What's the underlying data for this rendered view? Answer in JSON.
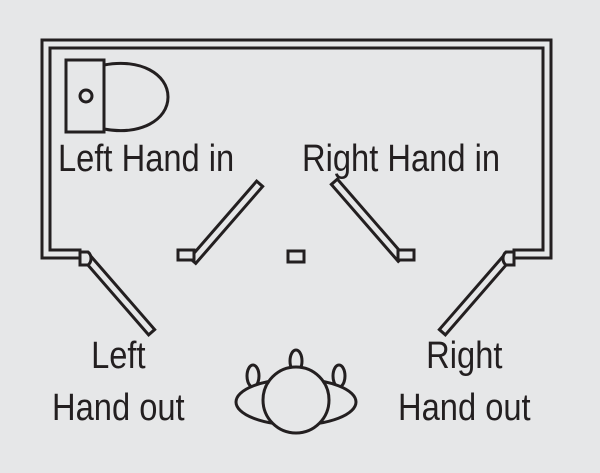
{
  "labels": {
    "left_hand_in": "Left Hand in",
    "right_hand_in": "Right Hand in",
    "left_hand_out": [
      "Left",
      "Hand out"
    ],
    "right_hand_out": [
      "Right",
      "Hand out"
    ]
  },
  "colors": {
    "background": "#e6e7e8",
    "ink": "#231f20",
    "fill": "#ffffff"
  },
  "icons": [
    "toilet-icon",
    "person-top-view-icon"
  ]
}
